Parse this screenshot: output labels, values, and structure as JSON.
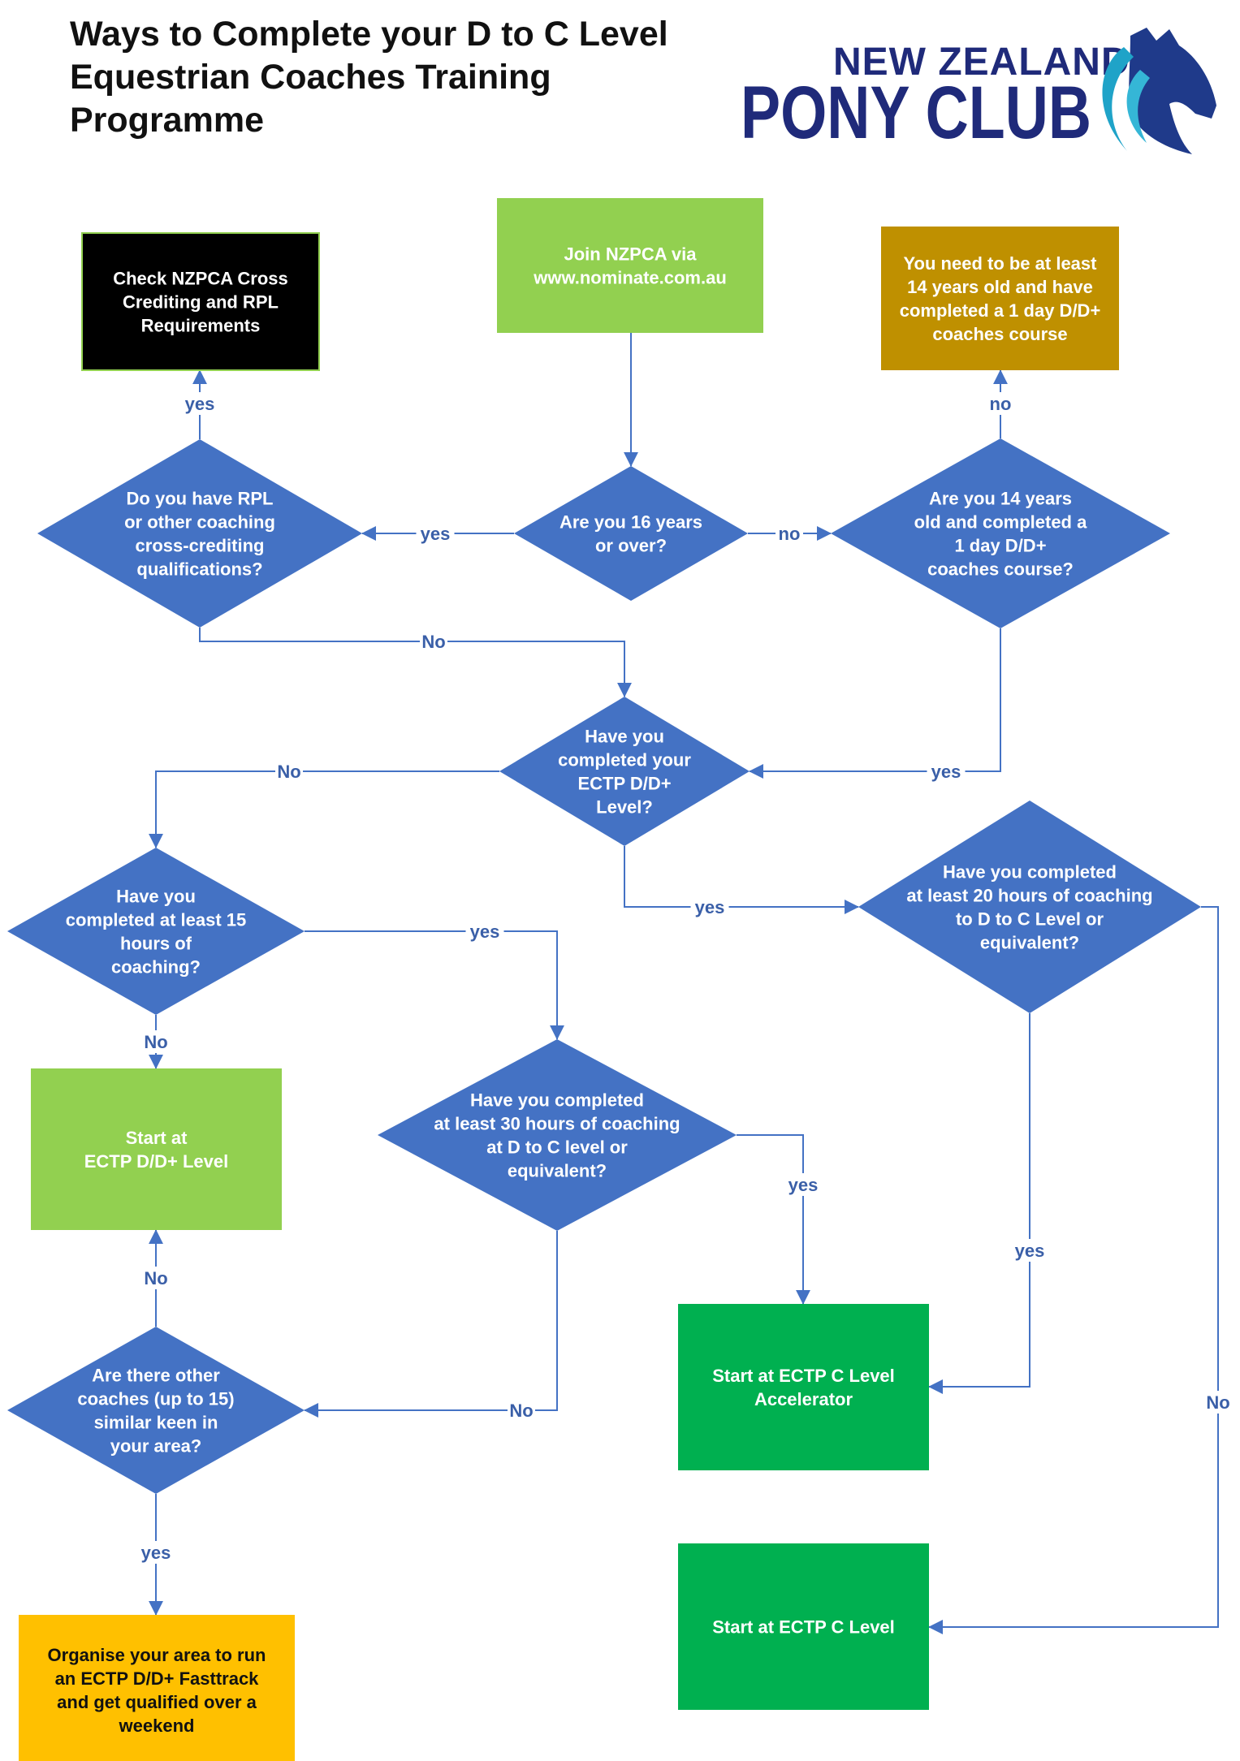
{
  "title": "Ways to Complete your D to C Level Equestrian Coaches Training Programme",
  "logo": {
    "line1": "NEW ZEALAND",
    "line2": "PONY CLUB"
  },
  "colors": {
    "diamond": "#4472c4",
    "edge": "#4472c4",
    "green_light": "#92d050",
    "green_dark": "#00b050",
    "gold": "#bf9000",
    "yellow": "#ffc000",
    "black": "#000000",
    "label": "#3a5fa8"
  },
  "nodes": [
    {
      "id": "cross",
      "lines": [
        "Check NZPCA Cross",
        "Crediting and RPL",
        "Requirements"
      ]
    },
    {
      "id": "join",
      "lines": [
        "Join NZPCA via",
        "www.nominate.com.au"
      ]
    },
    {
      "id": "need14",
      "lines": [
        "You need to be at least",
        "14 years old and have",
        "completed a 1 day D/D+",
        "coaches course"
      ]
    },
    {
      "id": "rpl",
      "lines": [
        "Do you have RPL",
        "or other coaching",
        "cross-crediting",
        "qualifications?"
      ]
    },
    {
      "id": "age16",
      "lines": [
        "Are you 16 years",
        "or over?"
      ]
    },
    {
      "id": "age14",
      "lines": [
        "Are you 14 years",
        "old and completed a",
        "1 day D/D+",
        "coaches course?"
      ]
    },
    {
      "id": "ectp",
      "lines": [
        "Have you",
        "completed your",
        "ECTP D/D+",
        "Level?"
      ]
    },
    {
      "id": "h15",
      "lines": [
        "Have you",
        "completed at least 15",
        "hours of",
        "coaching?"
      ]
    },
    {
      "id": "h20",
      "lines": [
        "Have you completed",
        "at least 20 hours of coaching",
        "to D to C Level or",
        "equivalent?"
      ]
    },
    {
      "id": "startDD",
      "lines": [
        "Start at",
        "ECTP D/D+ Level"
      ]
    },
    {
      "id": "h30",
      "lines": [
        "Have you completed",
        "at least 30 hours of coaching",
        "at D to C level or",
        "equivalent?"
      ]
    },
    {
      "id": "accel",
      "lines": [
        "Start at ECTP C Level",
        "Accelerator"
      ]
    },
    {
      "id": "others",
      "lines": [
        "Are there other",
        "coaches (up to 15)",
        "similar keen in",
        "your area?"
      ]
    },
    {
      "id": "fasttrack",
      "lines": [
        "Organise your area to run",
        "an ECTP D/D+ Fasttrack",
        "and get qualified over a",
        "weekend"
      ]
    },
    {
      "id": "startC",
      "lines": [
        "Start at ECTP C Level"
      ]
    }
  ],
  "edges": [
    {
      "id": "e1",
      "label": ""
    },
    {
      "id": "e2",
      "label": "yes"
    },
    {
      "id": "e3",
      "label": "no"
    },
    {
      "id": "e4",
      "label": "yes"
    },
    {
      "id": "e5",
      "label": "no"
    },
    {
      "id": "e6",
      "label": "No"
    },
    {
      "id": "e7",
      "label": "yes"
    },
    {
      "id": "e8",
      "label": "No"
    },
    {
      "id": "e9",
      "label": "yes"
    },
    {
      "id": "e10",
      "label": "No"
    },
    {
      "id": "e11",
      "label": "yes"
    },
    {
      "id": "e12",
      "label": "yes"
    },
    {
      "id": "e13",
      "label": "yes"
    },
    {
      "id": "e14",
      "label": "No"
    },
    {
      "id": "e15",
      "label": "No"
    },
    {
      "id": "e16",
      "label": "No"
    },
    {
      "id": "e17",
      "label": "yes"
    }
  ]
}
